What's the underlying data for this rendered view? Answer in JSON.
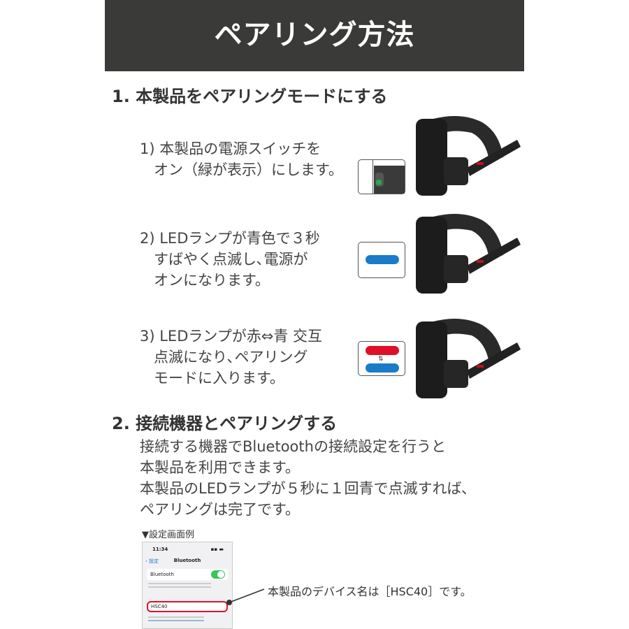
{
  "header": {
    "title": "ペアリング方法"
  },
  "section1": {
    "heading": "1.  本製品をペアリングモードにする",
    "steps": [
      {
        "lines": [
          "1) 本製品の電源スイッチを",
          "   オン（緑が表示）にします。"
        ]
      },
      {
        "lines": [
          "2) LEDランプが青色で３秒",
          "   すばやく点滅し､電源が",
          "   オンになります。"
        ]
      },
      {
        "lines": [
          "3) LEDランプが赤⇔青 交互",
          "   点滅になり､ペアリング",
          "   モードに入ります。"
        ]
      }
    ]
  },
  "section2": {
    "heading": "2.  接続機器とペアリングする",
    "lines": [
      "接続する機器でBluetoothの接続設定を行うと",
      "本製品を利用できます。",
      "本製品のLEDランプが５秒に１回青で点滅すれば､",
      "ペアリングは完了です。"
    ],
    "caption": "▼設定画面例",
    "phone": {
      "time": "11:34",
      "back": "設定",
      "title": "Bluetooth",
      "toggle_label": "Bluetooth",
      "toggle_on": true,
      "device": "HSC40"
    },
    "note": "本製品のデバイス名は［HSC40］です。"
  },
  "colors": {
    "header_bg": "#3a3a38",
    "led_blue": "#1a7bc8",
    "led_red": "#e0102a",
    "switch_green": "#2aa845",
    "highlight": "#e0102a"
  }
}
